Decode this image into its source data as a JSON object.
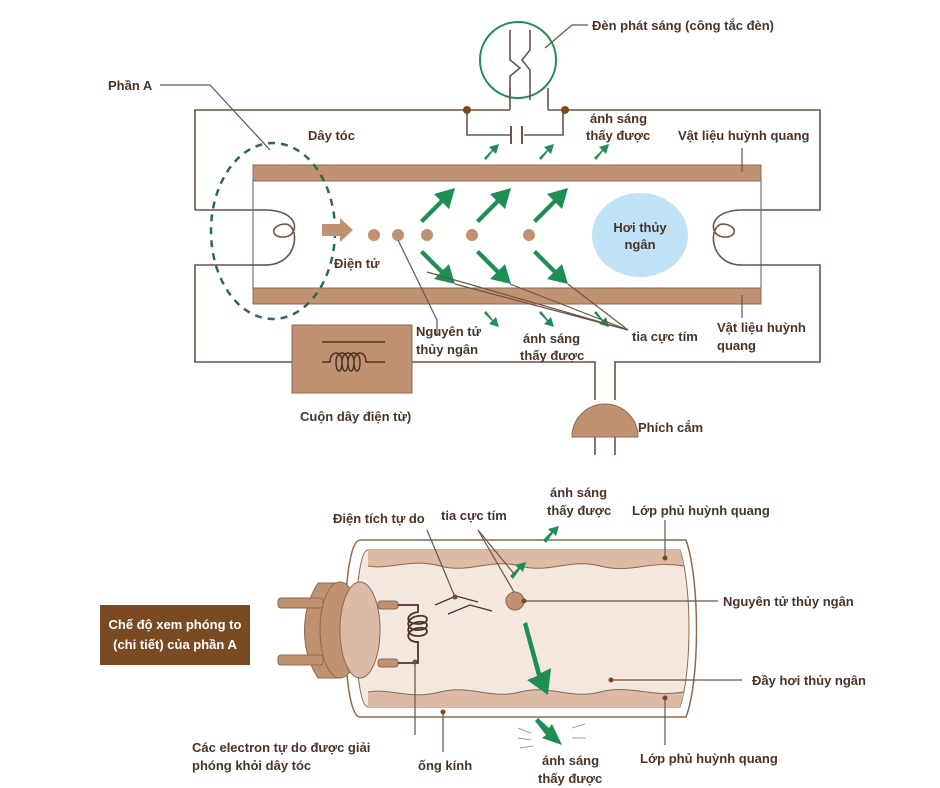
{
  "top": {
    "starter_label": "Đèn phát sáng (công tắc đèn)",
    "part_a_label": "Phần A",
    "filament_label": "Dây tóc",
    "visible_light_top_1": "ánh sáng",
    "visible_light_top_2": "thấy được",
    "phosphor_top_label": "Vật liệu huỳnh quang",
    "electron_label": "Điện tử",
    "mercury_vapor_1": "Hơi thủy",
    "mercury_vapor_2": "ngân",
    "mercury_atom_1": "Nguyên tử",
    "mercury_atom_2": "thủy ngân",
    "visible_light_bottom_1": "ánh sáng",
    "visible_light_bottom_2": "thấy được",
    "uv_label": "tia cực tím",
    "phosphor_bottom_1": "Vật liệu huỳnh",
    "phosphor_bottom_2": "quang",
    "coil_label": "Cuộn dây điện từ)",
    "plug_label": "Phích cắm"
  },
  "detail": {
    "zoom_box_1": "Chế độ xem phóng to",
    "zoom_box_2": "(chi tiết) của phần A",
    "free_charge": "Điện tích tự do",
    "uv": "tia cực tím",
    "visible_light_1": "ánh sáng",
    "visible_light_2": "thấy được",
    "phosphor_coat_top": "Lớp phủ huỳnh quang",
    "mercury_atom": "Nguyên tử thủy ngân",
    "mercury_filled": "Đầy hơi thủy ngân",
    "freed_electrons_1": "Các electron tự do được giải",
    "freed_electrons_2": "phóng khỏi dây tóc",
    "glass_tube": "ống kính",
    "visible_light_bottom_1": "ánh sáng",
    "visible_light_bottom_2": "thấy được",
    "phosphor_coat_bottom": "Lớp phủ huỳnh quang"
  },
  "colors": {
    "tube_brown": "#c09272",
    "dark_brown": "#6b5447",
    "green_arrow": "#1f8e55",
    "vapor_blue": "#bfe2f7",
    "label_box": "#7a4a22",
    "tube_fill": "#f4e7df"
  }
}
